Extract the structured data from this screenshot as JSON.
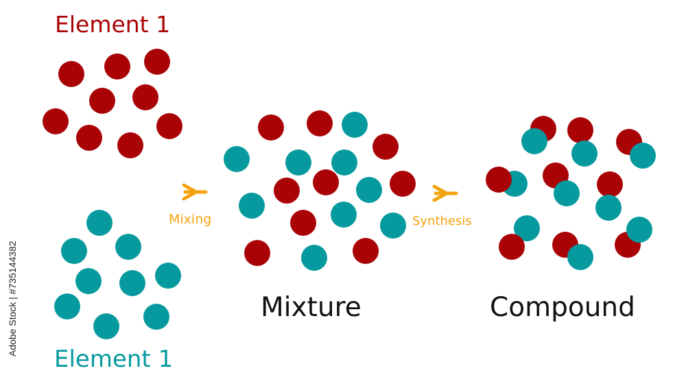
{
  "colors": {
    "element_red": "#a90306",
    "element_teal": "#069a9f",
    "arrow": "#f2a30f",
    "text_dark": "#111111"
  },
  "labels": {
    "element_red_title": "Element 1",
    "element_teal_title": "Element 1",
    "mixing": "Mixing",
    "synthesis": "Synthesis",
    "mixture": "Mixture",
    "compound": "Compound"
  },
  "watermark": {
    "side_text": "Adobe Stock | #735144382"
  }
}
